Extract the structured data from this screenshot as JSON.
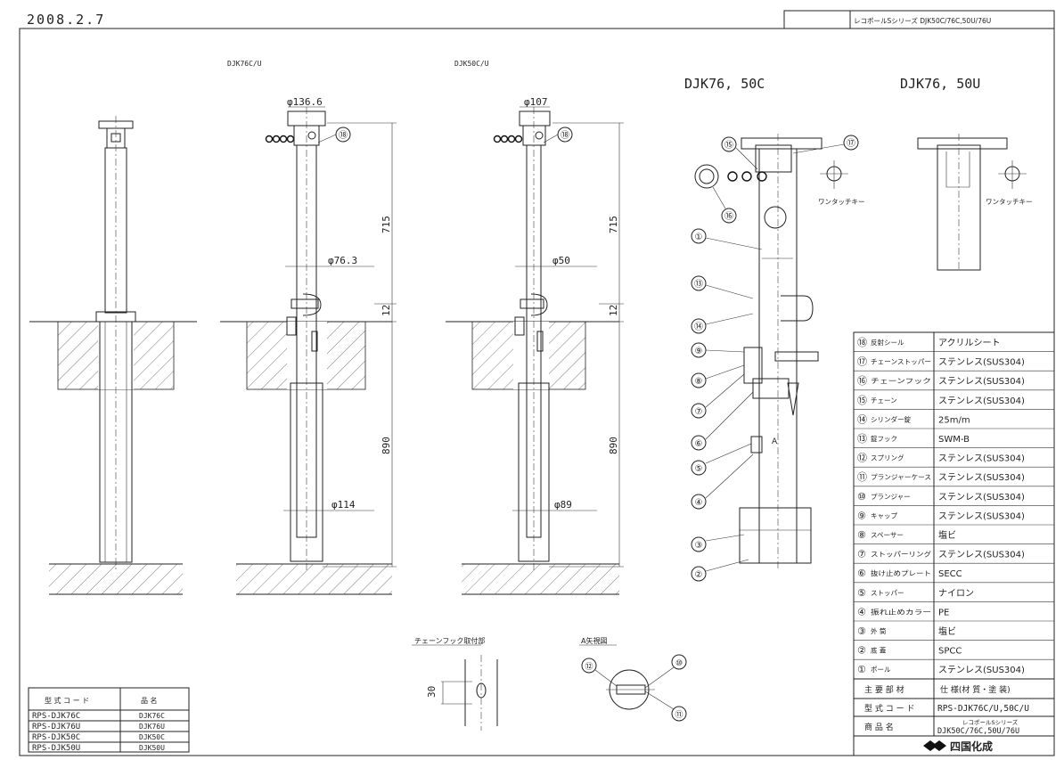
{
  "header": {
    "date": "2008.2.7",
    "series_title": "レコポールSシリーズ DJK50C/76C,50U/76U"
  },
  "views": {
    "v76cu": "DJK76C/U",
    "v50cu": "DJK50C/U",
    "detail_c": "DJK76, 50C",
    "detail_u": "DJK76, 50U",
    "one_touch_key_1": "ワンタッチキー",
    "one_touch_key_2": "ワンタッチキー",
    "chain_hook_part": "チェーンフック取付部",
    "arrow_view_a": "A矢視図",
    "marker_a": "A"
  },
  "dims": {
    "d136": "φ136.6",
    "d107": "φ107",
    "d76": "φ76.3",
    "d50": "φ50",
    "d114": "φ114",
    "d89": "φ89",
    "h715a": "715",
    "h715b": "715",
    "h12a": "12",
    "h12b": "12",
    "h890a": "890",
    "h890b": "890",
    "h30": "30"
  },
  "callouts": [
    "①",
    "②",
    "③",
    "④",
    "⑤",
    "⑥",
    "⑦",
    "⑧",
    "⑨",
    "⑩",
    "⑪",
    "⑫",
    "⑬",
    "⑭",
    "⑮",
    "⑯",
    "⑰",
    "⑱"
  ],
  "parts_table": {
    "rows": [
      {
        "no": "⑱",
        "name": "反射シール",
        "mat": "アクリルシート"
      },
      {
        "no": "⑰",
        "name": "チェーンストッパー",
        "mat": "ステンレス(SUS304)"
      },
      {
        "no": "⑯",
        "name": "チェーンフック",
        "mat": "ステンレス(SUS304)"
      },
      {
        "no": "⑮",
        "name": "チェーン",
        "mat": "ステンレス(SUS304)"
      },
      {
        "no": "⑭",
        "name": "シリンダー錠",
        "mat": "25m/m"
      },
      {
        "no": "⑬",
        "name": "錠フック",
        "mat": "SWM-B"
      },
      {
        "no": "⑫",
        "name": "スプリング",
        "mat": "ステンレス(SUS304)"
      },
      {
        "no": "⑪",
        "name": "プランジャーケース",
        "mat": "ステンレス(SUS304)"
      },
      {
        "no": "⑩",
        "name": "プランジャー",
        "mat": "ステンレス(SUS304)"
      },
      {
        "no": "⑨",
        "name": "キャップ",
        "mat": "ステンレス(SUS304)"
      },
      {
        "no": "⑧",
        "name": "スペーサー",
        "mat": "塩ビ"
      },
      {
        "no": "⑦",
        "name": "ストッパーリング",
        "mat": "ステンレス(SUS304)"
      },
      {
        "no": "⑥",
        "name": "抜け止めプレート",
        "mat": "SECC"
      },
      {
        "no": "⑤",
        "name": "ストッパー",
        "mat": "ナイロン"
      },
      {
        "no": "④",
        "name": "振れ止めカラー",
        "mat": "PE"
      },
      {
        "no": "③",
        "name": "外 筒",
        "mat": "塩ビ"
      },
      {
        "no": "②",
        "name": "底 蓋",
        "mat": "SPCC"
      },
      {
        "no": "①",
        "name": "ポール",
        "mat": "ステンレス(SUS304)"
      }
    ],
    "footer_label1": "主 要 部 材",
    "footer_value1": "仕 様(材 質・塗 装)",
    "footer_label2": "型 式 コ ー ド",
    "footer_value2": "RPS-DJK76C/U,50C/U",
    "footer_label3": "商 品 名",
    "footer_value3a": "レコポールSシリーズ",
    "footer_value3b": "DJK50C/76C,50U/76U",
    "company": "四国化成"
  },
  "model_table": {
    "head_code": "型 式 コ ー ド",
    "head_name": "品 名",
    "rows": [
      {
        "code": "RPS-DJK76C",
        "name": "DJK76C"
      },
      {
        "code": "RPS-DJK76U",
        "name": "DJK76U"
      },
      {
        "code": "RPS-DJK50C",
        "name": "DJK50C"
      },
      {
        "code": "RPS-DJK50U",
        "name": "DJK50U"
      }
    ]
  }
}
